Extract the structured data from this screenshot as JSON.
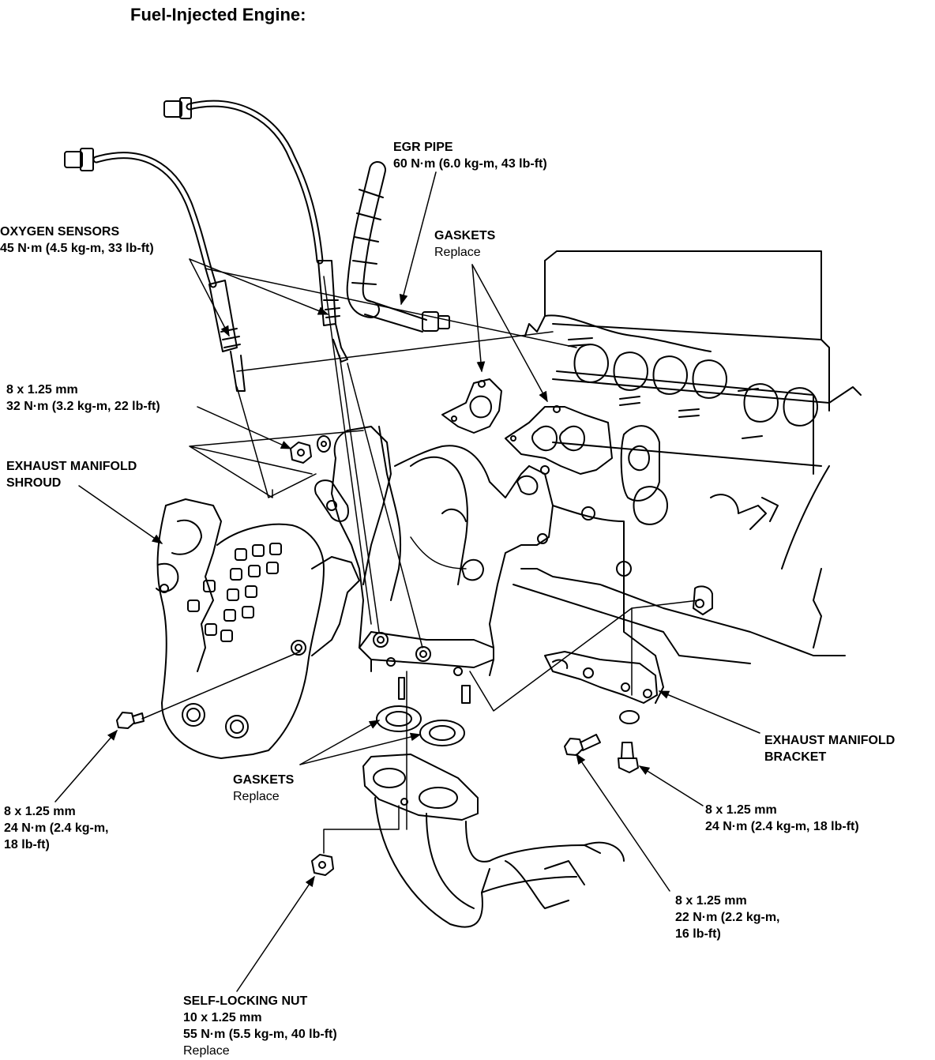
{
  "title": "Fuel-Injected Engine:",
  "labels": {
    "egr_pipe": {
      "name": "EGR PIPE",
      "torque": "60 N·m (6.0 kg-m, 43 lb-ft)"
    },
    "oxygen_sensors": {
      "name": "OXYGEN SENSORS",
      "torque": "45 N·m (4.5 kg-m, 33 lb-ft)"
    },
    "gaskets_top": {
      "name": "GASKETS",
      "note": "Replace"
    },
    "nut_8x125_top": {
      "size": "8 x 1.25 mm",
      "torque": "32 N·m (3.2 kg-m, 22 lb-ft)"
    },
    "shroud": {
      "line1": "EXHAUST MANIFOLD",
      "line2": "SHROUD"
    },
    "bolt_8x125_left": {
      "size": "8 x 1.25 mm",
      "torque_line1": "24 N·m (2.4 kg-m,",
      "torque_line2": "18 lb-ft)"
    },
    "gaskets_bottom": {
      "name": "GASKETS",
      "note": "Replace"
    },
    "bracket": {
      "line1": "EXHAUST MANIFOLD",
      "line2": "BRACKET"
    },
    "bolt_8x125_right": {
      "size": "8 x 1.25 mm",
      "torque": "24 N·m (2.4 kg-m, 18 lb-ft)"
    },
    "bolt_8x125_bottom": {
      "size": "8 x 1.25 mm",
      "torque_line1": "22 N·m (2.2 kg-m,",
      "torque_line2": "16 lb-ft)"
    },
    "self_locking_nut": {
      "name": "SELF-LOCKING NUT",
      "size": "10 x 1.25 mm",
      "torque": "55 N·m (5.5 kg-m, 40 lb-ft)",
      "note": "Replace"
    }
  }
}
